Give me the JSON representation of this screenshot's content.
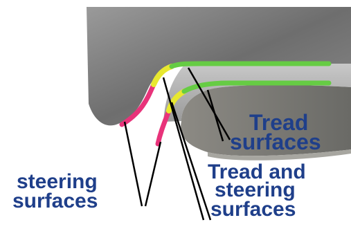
{
  "labels": {
    "tread_line1": "Tread",
    "tread_line2": "surfaces",
    "tread_steering_line1": "Tread and",
    "tread_steering_line2": "steering",
    "tread_steering_line3": "surfaces",
    "steering_line1": "steering",
    "steering_line2": "surfaces"
  },
  "colors": {
    "tread_surface": "#66cc44",
    "steering_surface": "#e8337a",
    "tread_and_steering_surface": "#e8e830",
    "label_text": "#1f3f8a",
    "leader_line": "#000000",
    "rail": "#7a7a7a"
  }
}
